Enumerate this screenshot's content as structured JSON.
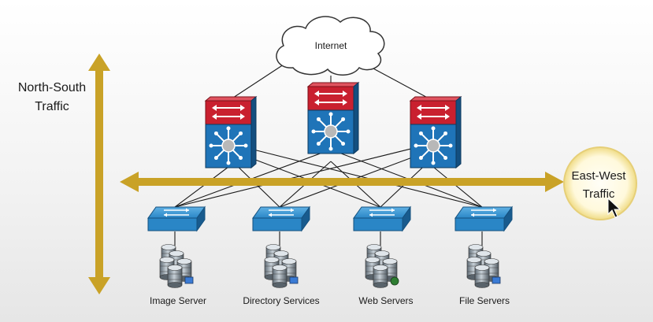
{
  "internet_label": "Internet",
  "north_south": {
    "line1": "North-South",
    "line2": "Traffic"
  },
  "east_west": {
    "line1": "East-West",
    "line2": "Traffic"
  },
  "servers": [
    {
      "label": "Image Server"
    },
    {
      "label": "Directory Services"
    },
    {
      "label": "Web Servers"
    },
    {
      "label": "File Servers"
    }
  ],
  "colors": {
    "arrow": "#c9a227",
    "core_red": "#c9202f",
    "core_blue": "#1f74b8",
    "access_blue": "#2a86c6"
  },
  "icons": [
    "cloud-icon",
    "core-switch-icon",
    "access-switch-icon",
    "database-server-icon",
    "mouse-cursor-icon"
  ]
}
